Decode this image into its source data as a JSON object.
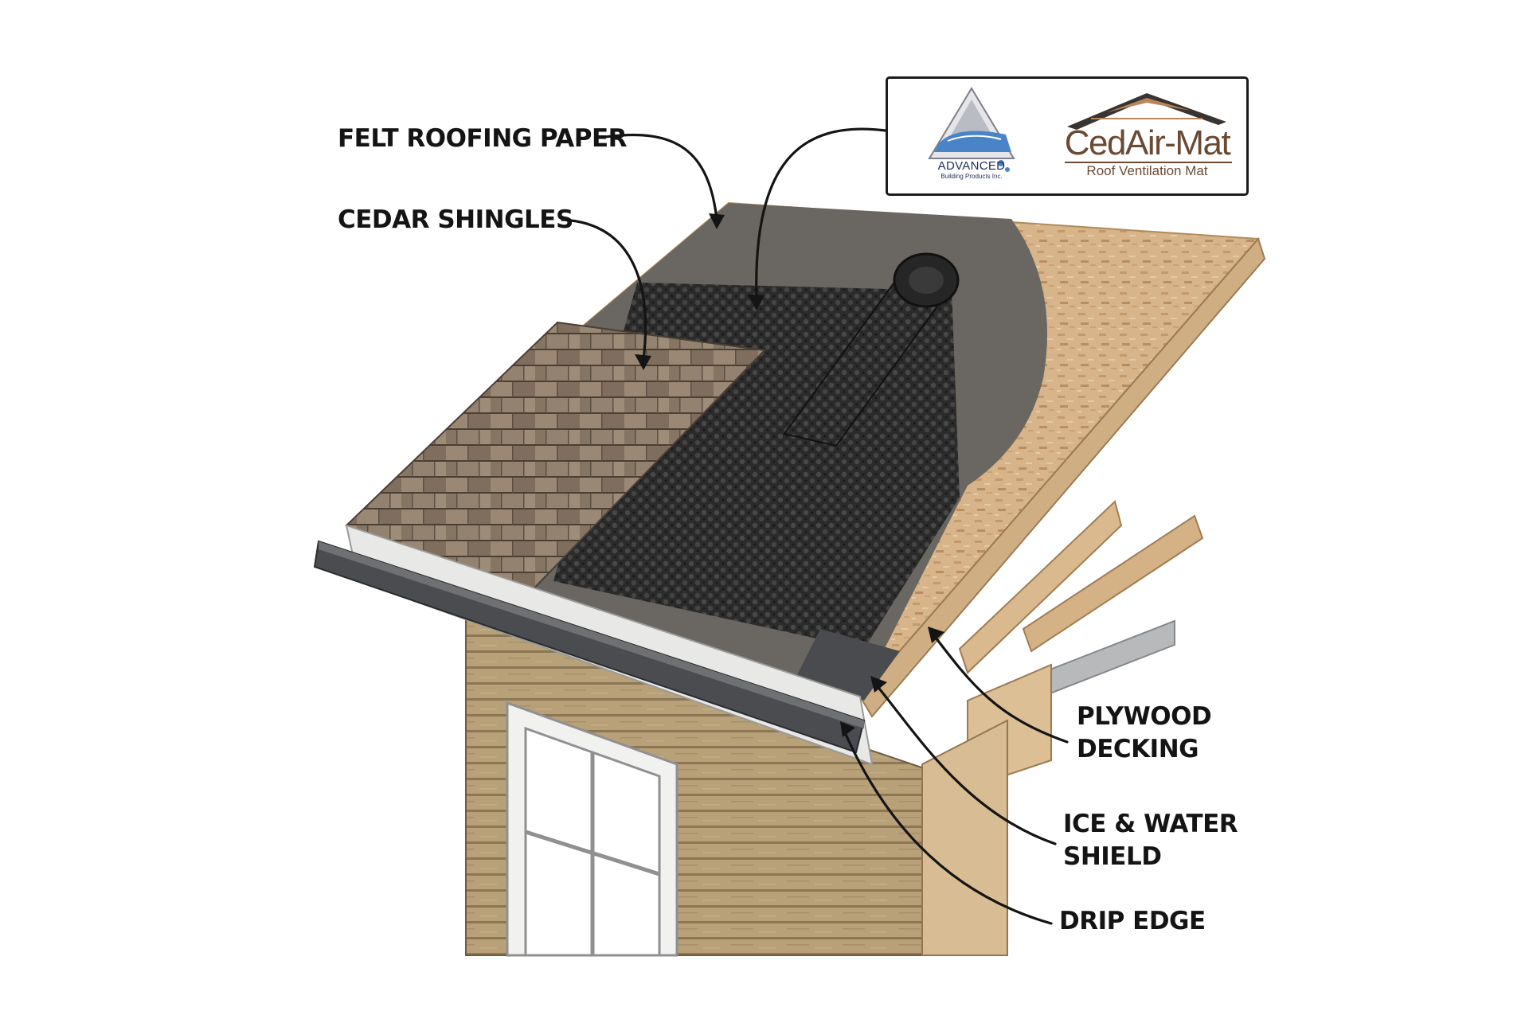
{
  "labels": {
    "felt_roofing_paper": "FELT ROOFING PAPER",
    "cedar_shingles": "CEDAR SHINGLES",
    "plywood_decking_line1": "PLYWOOD",
    "plywood_decking_line2": "DECKING",
    "ice_water_shield_line1": "ICE & WATER",
    "ice_water_shield_line2": "SHIELD",
    "drip_edge": "DRIP EDGE"
  },
  "logos": {
    "advanced": {
      "name": "ADVANCED",
      "subtitle": "Building Products Inc."
    },
    "cedair_mat": {
      "name": "CedAir-Mat",
      "tagline": "Roof Ventilation Mat"
    }
  },
  "colors": {
    "callout_text": "#141414",
    "felt_paper": "#6a6661",
    "plywood": "#d7b489",
    "cedar_shingles": "#8a7866",
    "ventilation_mat": "#2a2a2a",
    "siding": "#b8a079",
    "trim": "#e8e8e6",
    "gutter": "#4a4c4f",
    "advanced_brand": "#1f2e5c",
    "cedair_brand": "#6b4a33"
  }
}
